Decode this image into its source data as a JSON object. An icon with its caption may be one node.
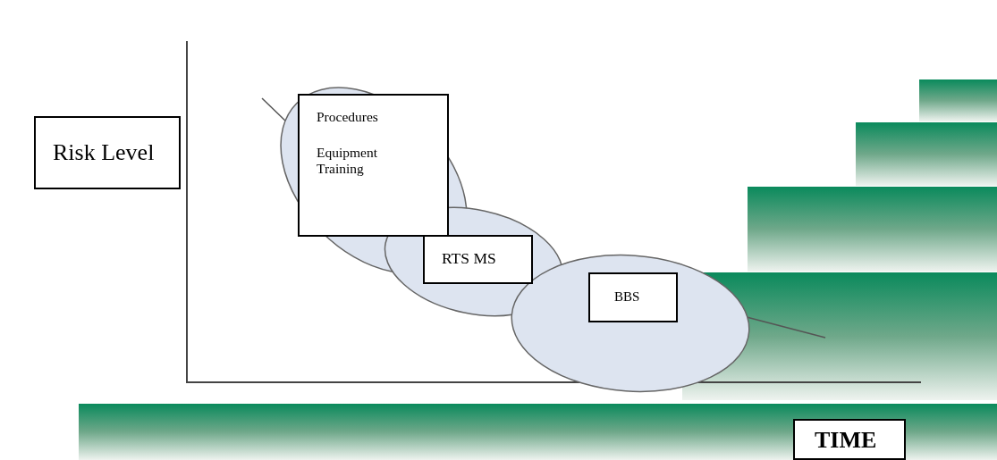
{
  "diagram": {
    "nodes": [
      {
        "text": [
          "Risk Level"
        ]
      },
      {
        "text": [
          "Procedures",
          "Equipment Training"
        ]
      },
      {
        "text": [
          "RTS MS"
        ]
      },
      {
        "text": [
          "BBS"
        ]
      },
      {
        "text": [
          "TIME"
        ]
      }
    ]
  }
}
